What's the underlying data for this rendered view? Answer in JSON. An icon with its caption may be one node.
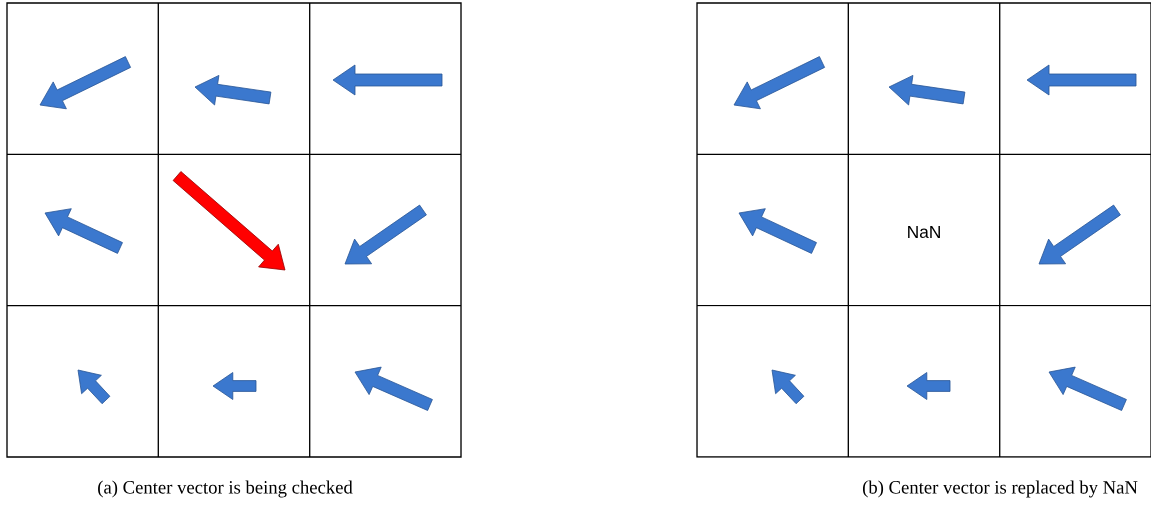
{
  "diagram": {
    "labels": [
      "NaN",
      "(a) Center vector is being checked",
      "(b) Center vector is replaced by NaN"
    ]
  }
}
